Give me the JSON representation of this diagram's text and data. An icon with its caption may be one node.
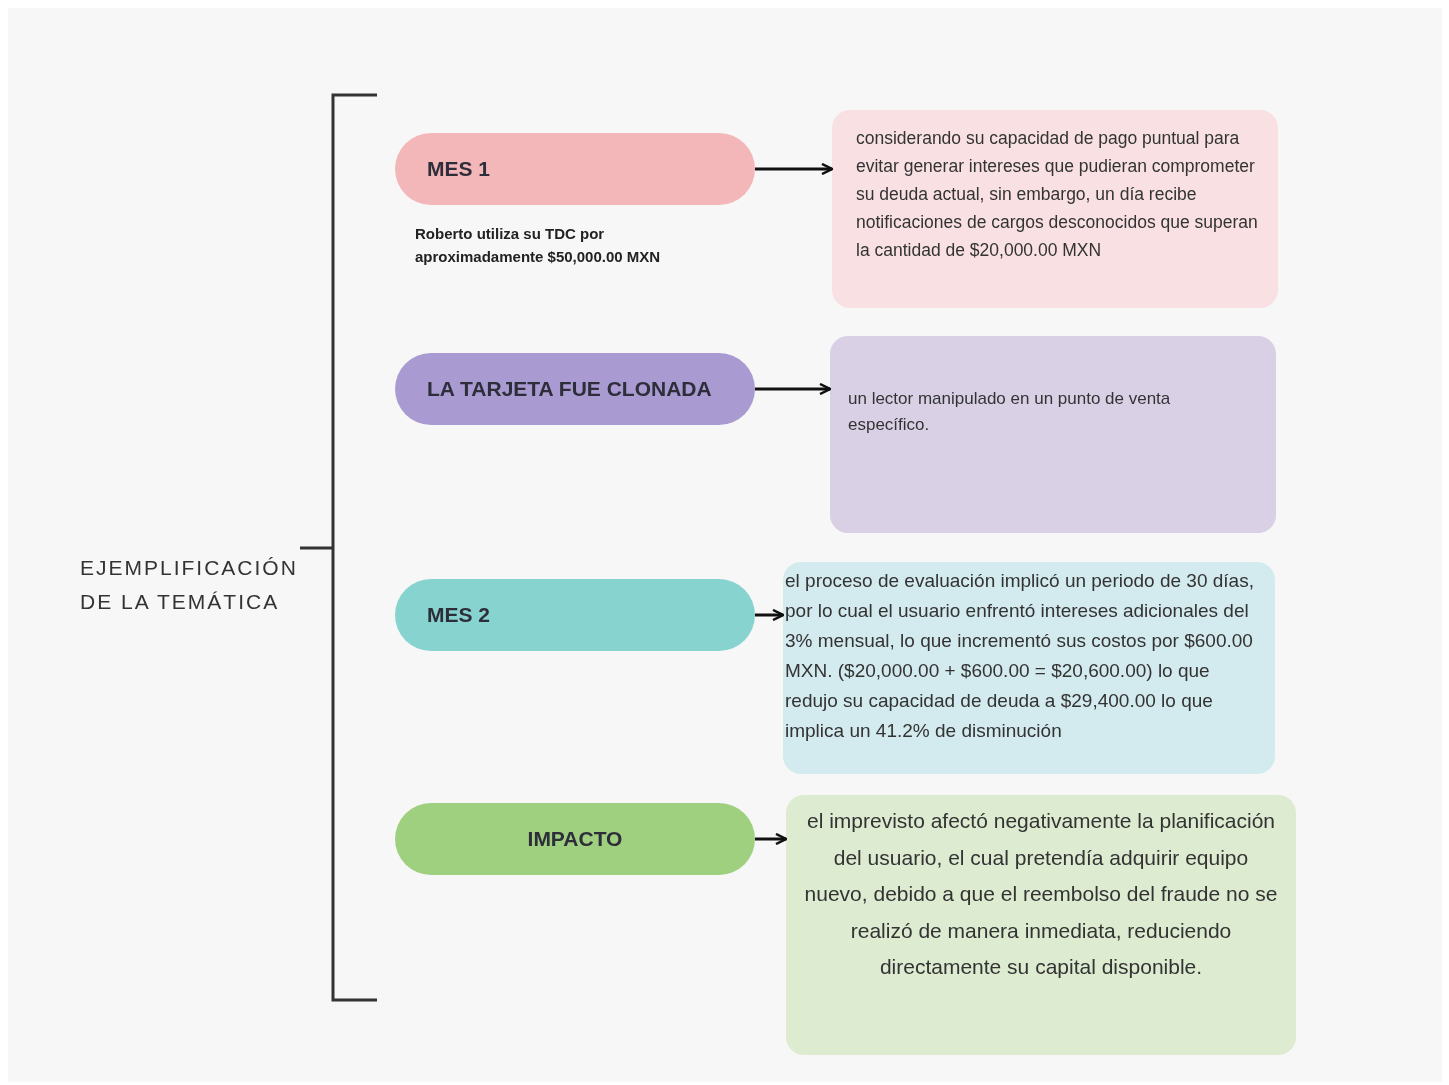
{
  "diagram": {
    "nodes": [
      {
        "text": [
          "MES 1"
        ],
        "beside": [
          "Roberto utiliza su TDC por aproximadamente $50,000.00 MXN"
        ]
      },
      {
        "text": [
          "considerando su capacidad de pago puntual para evitar generar intereses que pudieran comprometer su deuda actual, sin embargo, un día recibe notificaciones de cargos desconocidos que superan la cantidad de $20,000.00 MXN"
        ]
      },
      {
        "text": [
          "LA TARJETA FUE CLONADA"
        ]
      },
      {
        "text": [
          "un lector manipulado en un punto de venta específico."
        ]
      },
      {
        "text": [
          "MES 2"
        ]
      },
      {
        "text": [
          "el proceso de evaluación implicó un periodo de 30 días, por lo cual el usuario enfrentó intereses adicionales del 3% mensual, lo que incrementó sus costos por $600.00 MXN. ($20,000.00 + $600.00 = $20,600.00) lo que redujo su capacidad de deuda a $29,400.00 lo que implica un 41.2% de disminución"
        ]
      },
      {
        "text": [
          "IMPACTO"
        ]
      },
      {
        "text": [
          "el imprevisto afectó negativamente la planificación del usuario, el cual pretendía adquirir equipo nuevo, debido a que el reembolso del fraude no se realizó de manera inmediata, reduciendo directamente su capital disponible."
        ]
      }
    ],
    "edges": [
      {
        "from": 0,
        "to": 1,
        "arrow": "to"
      },
      {
        "from": 2,
        "to": 3,
        "arrow": "to"
      },
      {
        "from": 4,
        "to": 5,
        "arrow": "to"
      },
      {
        "from": 6,
        "to": 7,
        "arrow": "to"
      }
    ],
    "labels": [
      "EJEMPLIFICACIÓN DE LA TEMÁTICA"
    ]
  }
}
